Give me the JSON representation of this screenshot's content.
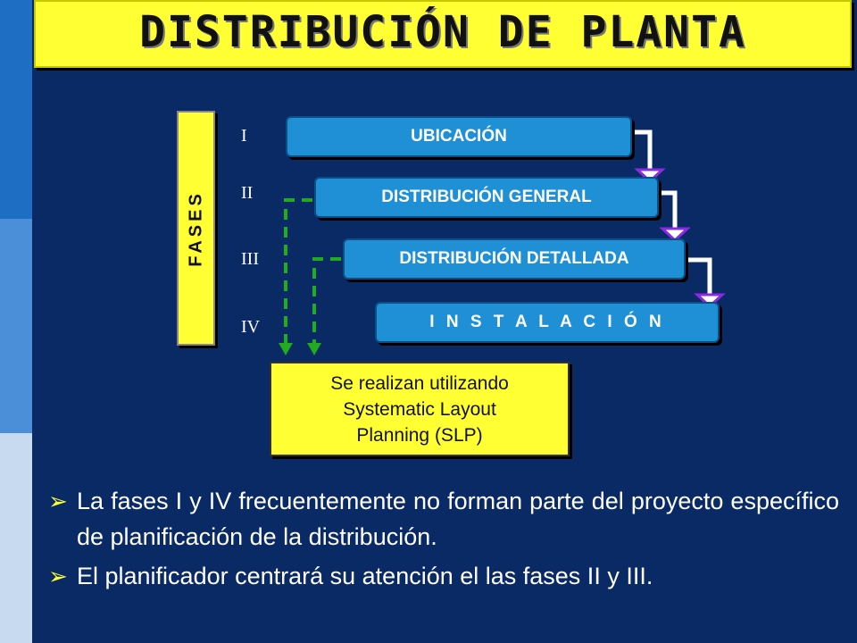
{
  "title": "DISTRIBUCIÓN DE PLANTA",
  "fases_label": "FASES",
  "phases": [
    {
      "roman": "I",
      "label": "UBICACIÓN"
    },
    {
      "roman": "II",
      "label": "DISTRIBUCIÓN GENERAL"
    },
    {
      "roman": "III",
      "label": "DISTRIBUCIÓN DETALLADA"
    },
    {
      "roman": "IV",
      "label": "I N S T A L A C I Ó N"
    }
  ],
  "slp_box": {
    "line1": "Se realizan utilizando",
    "line2": "Systematic Layout",
    "line3": "Planning (SLP)"
  },
  "bullets": [
    "La fases I y IV frecuentemente no forman parte del proyecto específico de planificación de la distribución.",
    "El planificador centrará su atención el las fases II y III."
  ],
  "bullet_marker": "➢",
  "colors": {
    "background": "#0a2a66",
    "title_fill": "#ffff33",
    "phase_fill": "#1f8fd6",
    "connector_white": "#ffffff",
    "arrowhead": "#8a2be2",
    "dashed_green": "#22aa22"
  }
}
